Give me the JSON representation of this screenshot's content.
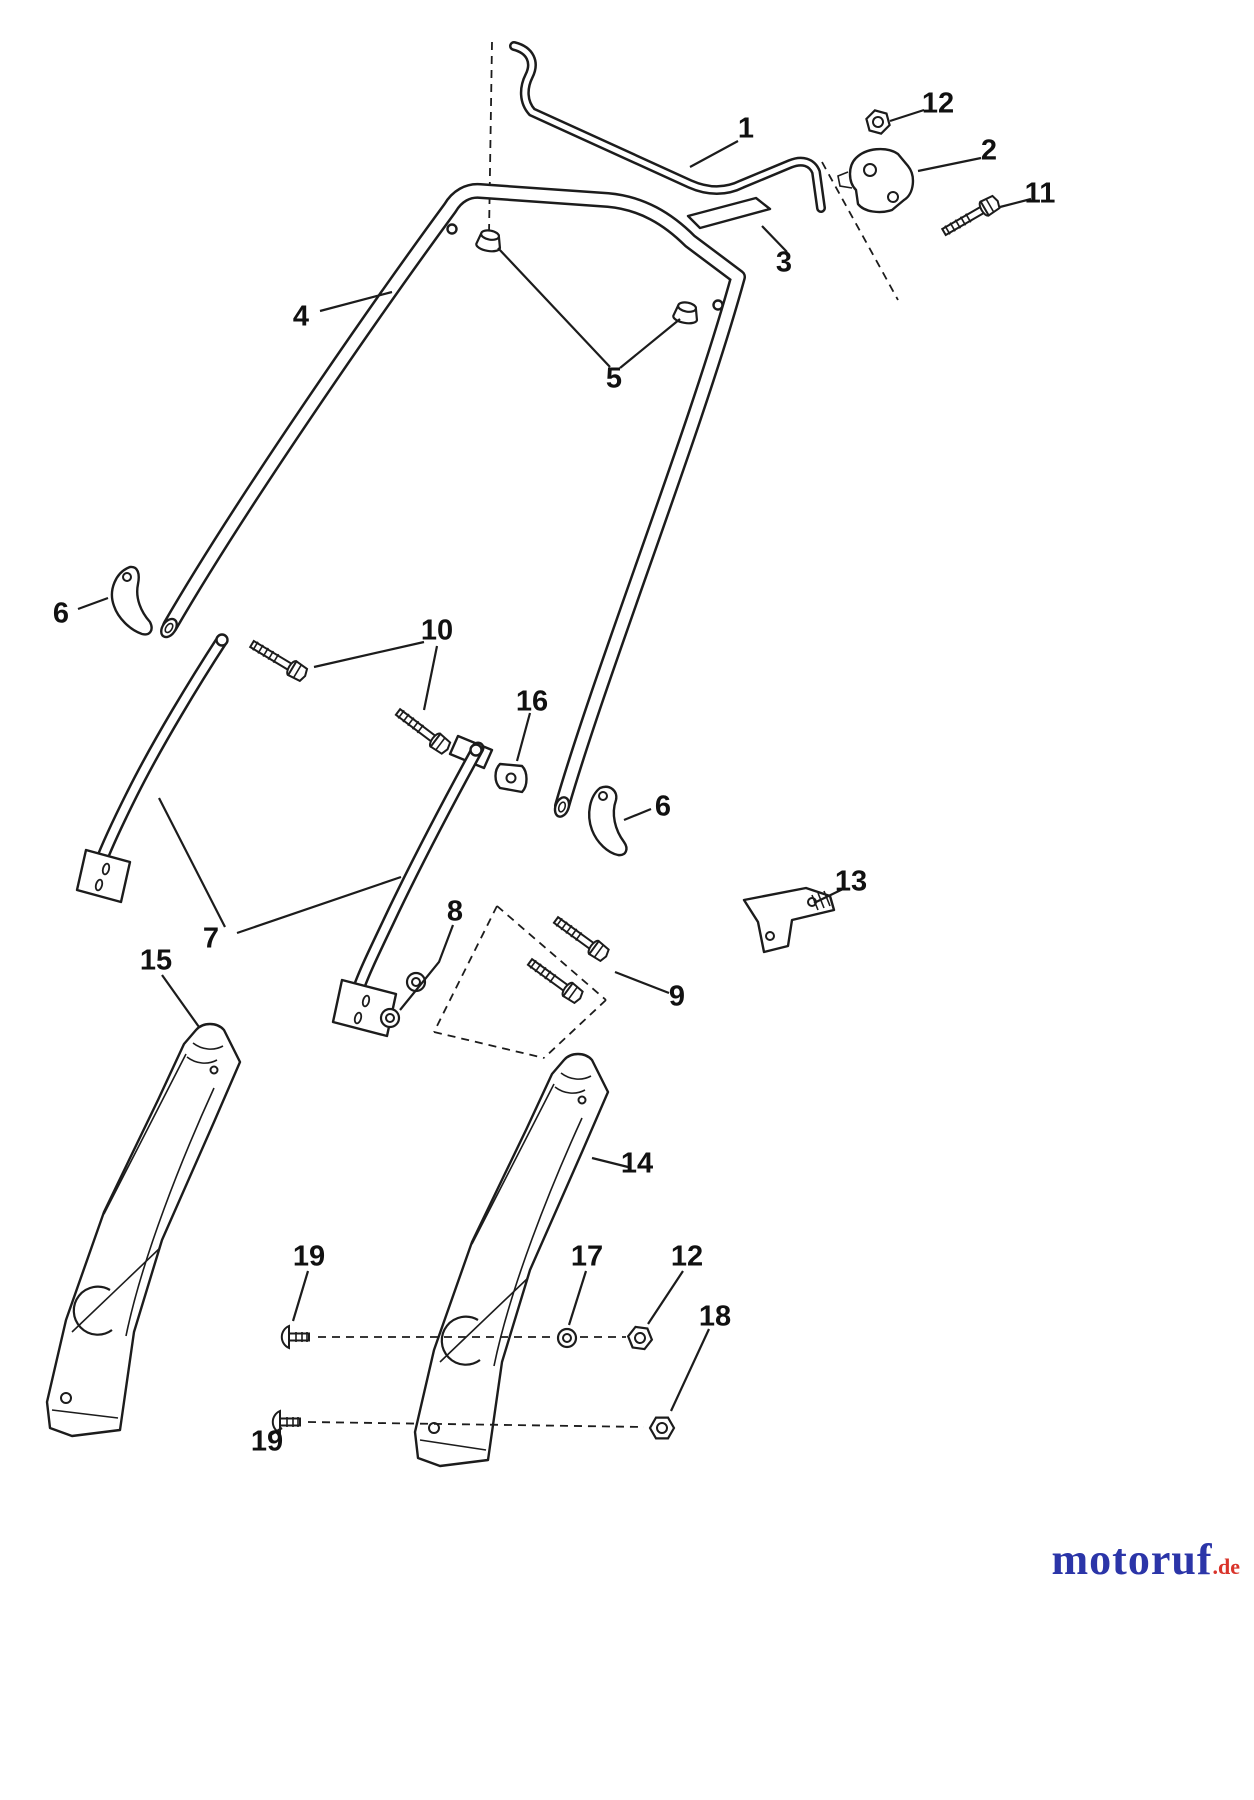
{
  "page": {
    "background": "#ffffff",
    "line_color": "#1c1c1c"
  },
  "callouts": {
    "nut_top": "12",
    "upper_handle": "1",
    "hinge_bracket": "2",
    "bolt_right": "11",
    "plate": "3",
    "handle": "4",
    "flange_nuts": "5",
    "clip_left": "6",
    "bolts_upper": "10",
    "cable_clip": "16",
    "clip_right": "6",
    "angle_bracket": "13",
    "washers": "8",
    "stays": "7",
    "support_left": "15",
    "bolts_lower": "9",
    "support_right": "14",
    "screw_row1": "19",
    "washer_row1": "17",
    "nut_row1": "12",
    "nut_row2": "18",
    "screw_row2": "19"
  },
  "watermark": {
    "brand": "motoruf",
    "suffix": ".de",
    "brand_color": "#2b35a8",
    "suffix_color": "#d9342b"
  }
}
